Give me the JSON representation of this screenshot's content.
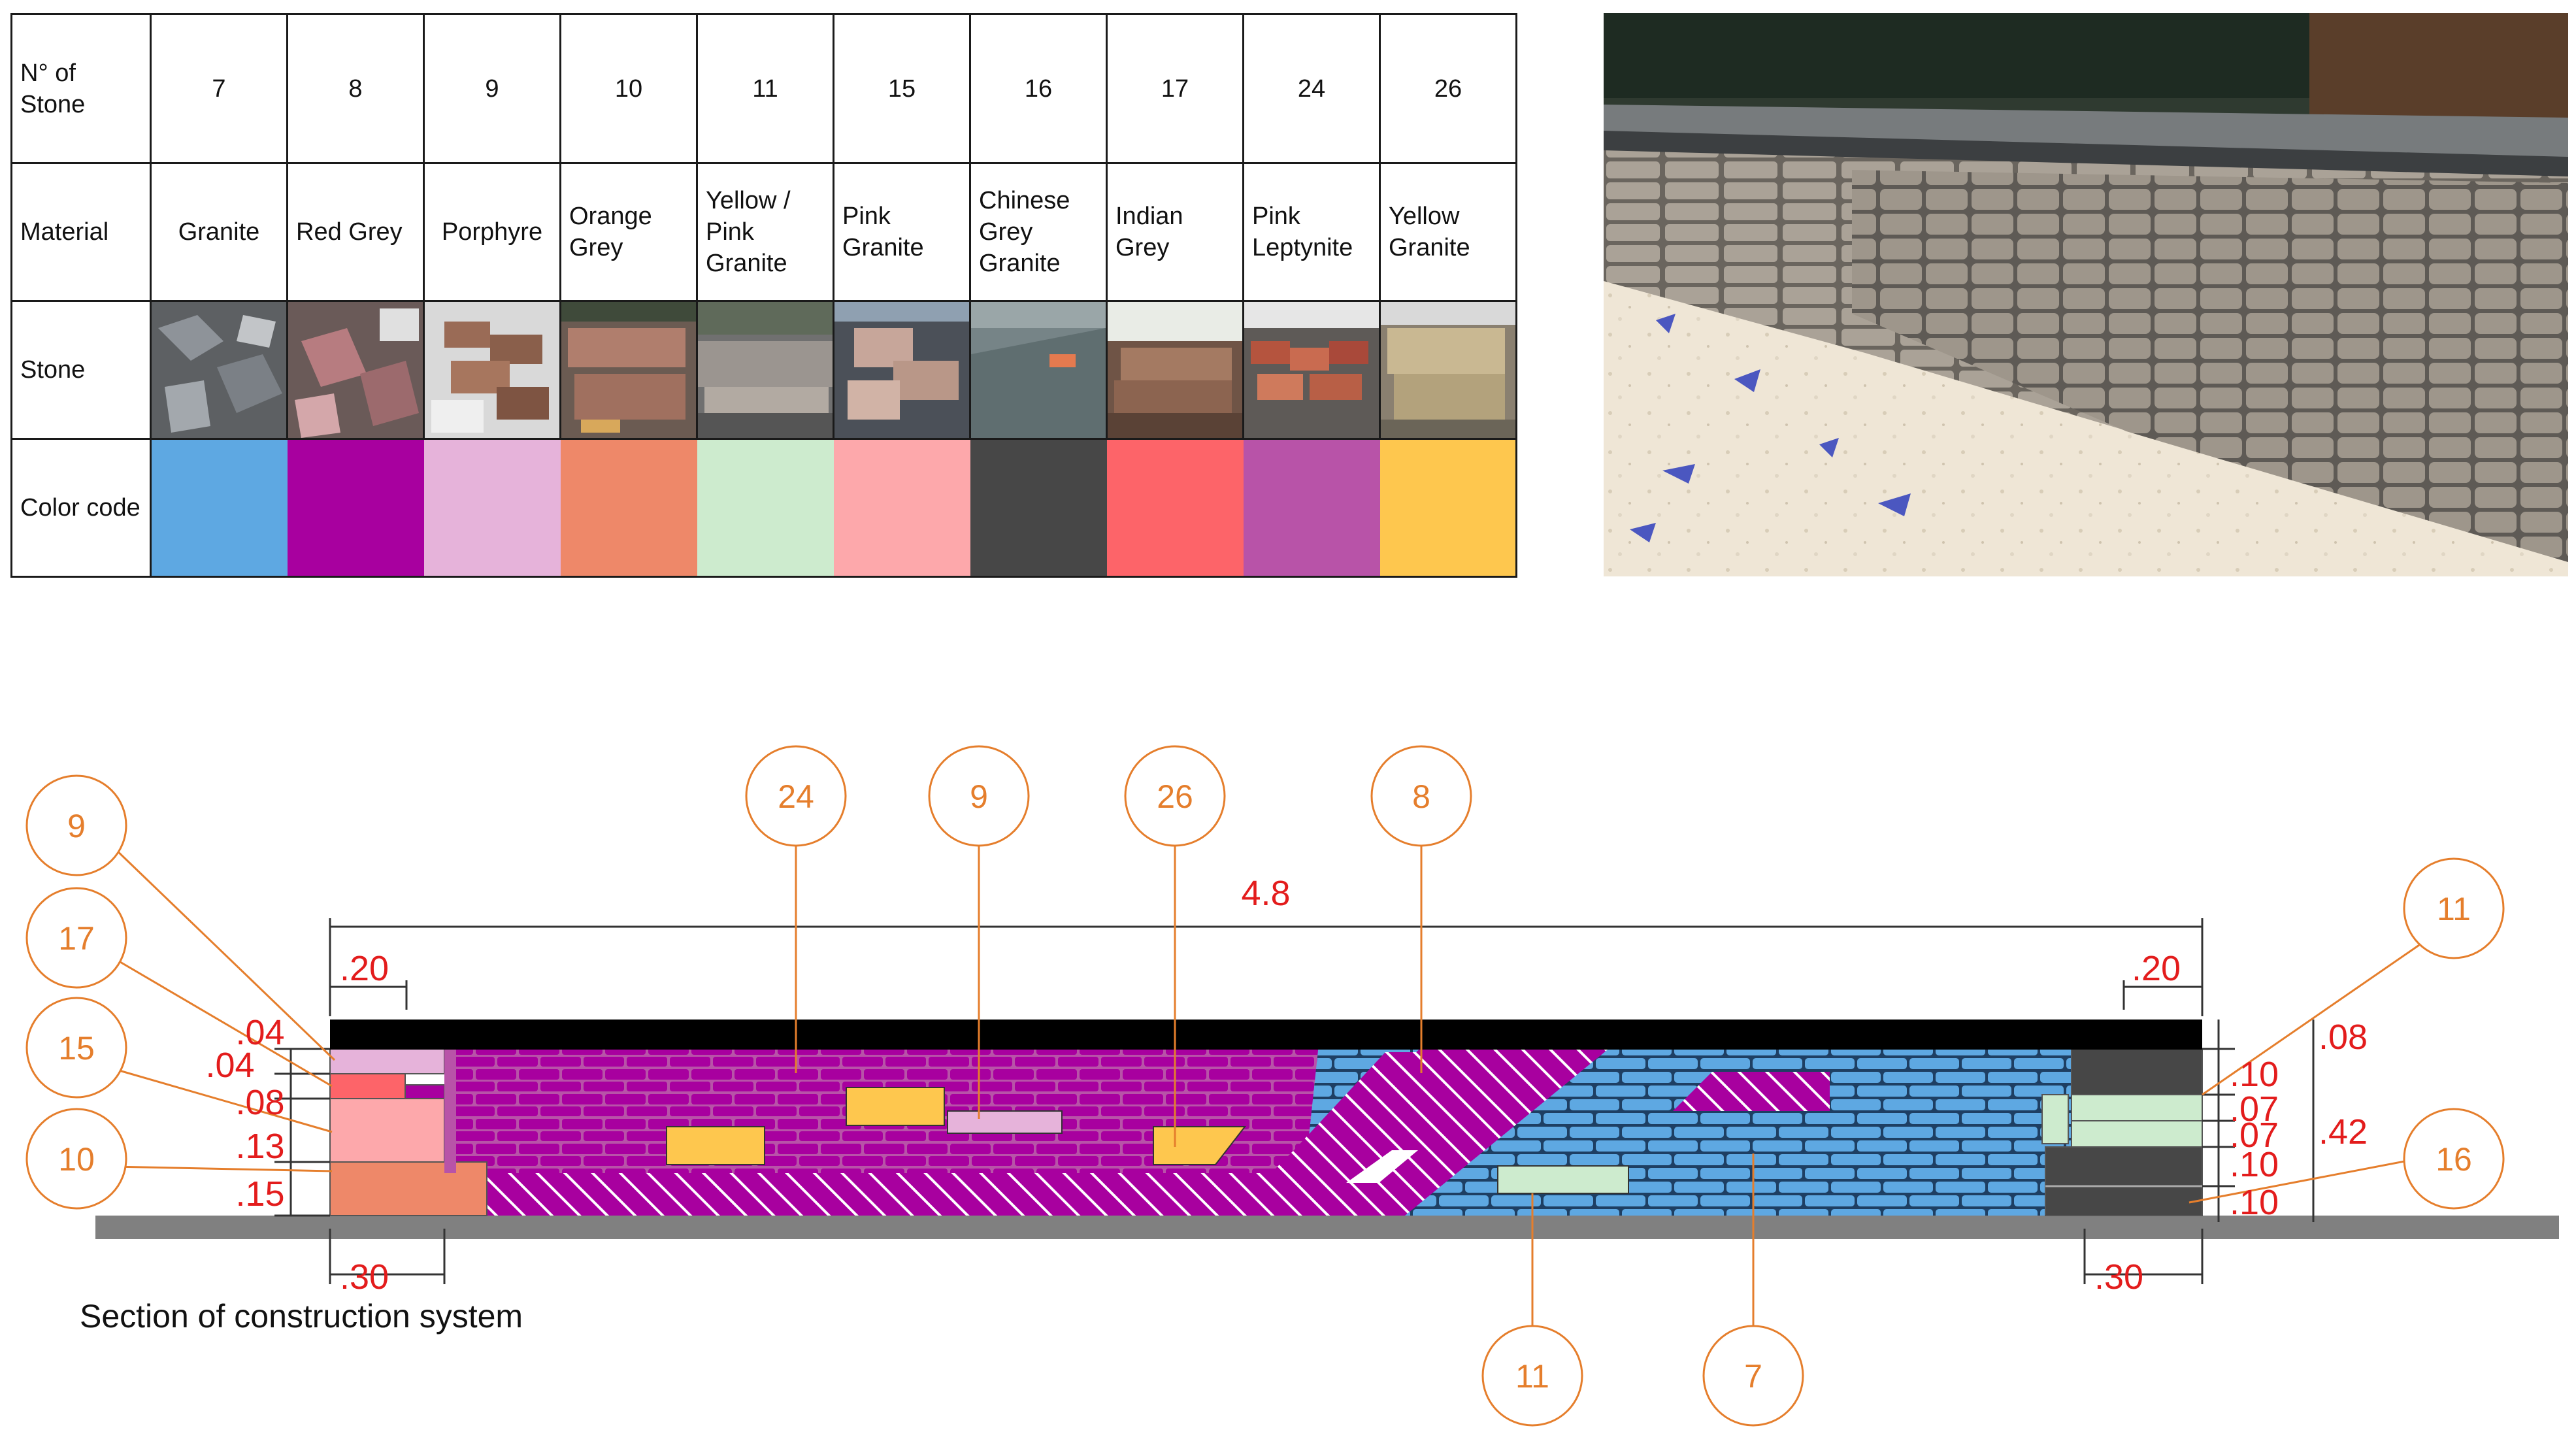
{
  "table": {
    "headers": {
      "number": "N° of Stone",
      "material": "Material",
      "stone": "Stone",
      "color": "Color code"
    },
    "columns": [
      {
        "number": "7",
        "material": "Granite",
        "color": "#5ea8e2"
      },
      {
        "number": "8",
        "material": "Red Grey",
        "color": "#a8009f"
      },
      {
        "number": "9",
        "material": "Porphyre",
        "color": "#e6b3da"
      },
      {
        "number": "10",
        "material": "Orange Grey",
        "color": "#ee8869"
      },
      {
        "number": "11",
        "material": "Yellow / Pink Granite",
        "color": "#cdebce"
      },
      {
        "number": "15",
        "material": "Pink Granite",
        "color": "#fda8ab"
      },
      {
        "number": "16",
        "material": "Chinese Grey Granite",
        "color": "#474747"
      },
      {
        "number": "17",
        "material": "Indian Grey",
        "color": "#fd6469"
      },
      {
        "number": "24",
        "material": "Pink Leptynite",
        "color": "#b853a8"
      },
      {
        "number": "26",
        "material": "Yellow Granite",
        "color": "#fec74e"
      }
    ]
  },
  "diagram": {
    "total_length": "4.8",
    "dims_top": {
      "left": ".20",
      "right": ".20"
    },
    "dims_bottom": {
      "left": ".30",
      "right": ".30"
    },
    "left_heights": [
      ".04",
      ".04",
      ".08",
      ".13",
      ".15"
    ],
    "right_heights": [
      ".08",
      ".10",
      ".07",
      ".07",
      ".10",
      ".10"
    ],
    "right_total": ".42",
    "callouts": [
      {
        "id": "c-left-9",
        "label": "9"
      },
      {
        "id": "c-left-17",
        "label": "17"
      },
      {
        "id": "c-left-15",
        "label": "15"
      },
      {
        "id": "c-left-10",
        "label": "10"
      },
      {
        "id": "c-top-24",
        "label": "24"
      },
      {
        "id": "c-top-9",
        "label": "9"
      },
      {
        "id": "c-top-26",
        "label": "26"
      },
      {
        "id": "c-top-8",
        "label": "8"
      },
      {
        "id": "c-right-11",
        "label": "11"
      },
      {
        "id": "c-right-16",
        "label": "16"
      },
      {
        "id": "c-bot-11",
        "label": "11"
      },
      {
        "id": "c-bot-7",
        "label": "7"
      }
    ],
    "caption": "Section of construction system",
    "colors": {
      "callout": "#e57e2c",
      "dimension": "#e31c1c",
      "coping": "#000000",
      "ground": "#808080"
    }
  }
}
